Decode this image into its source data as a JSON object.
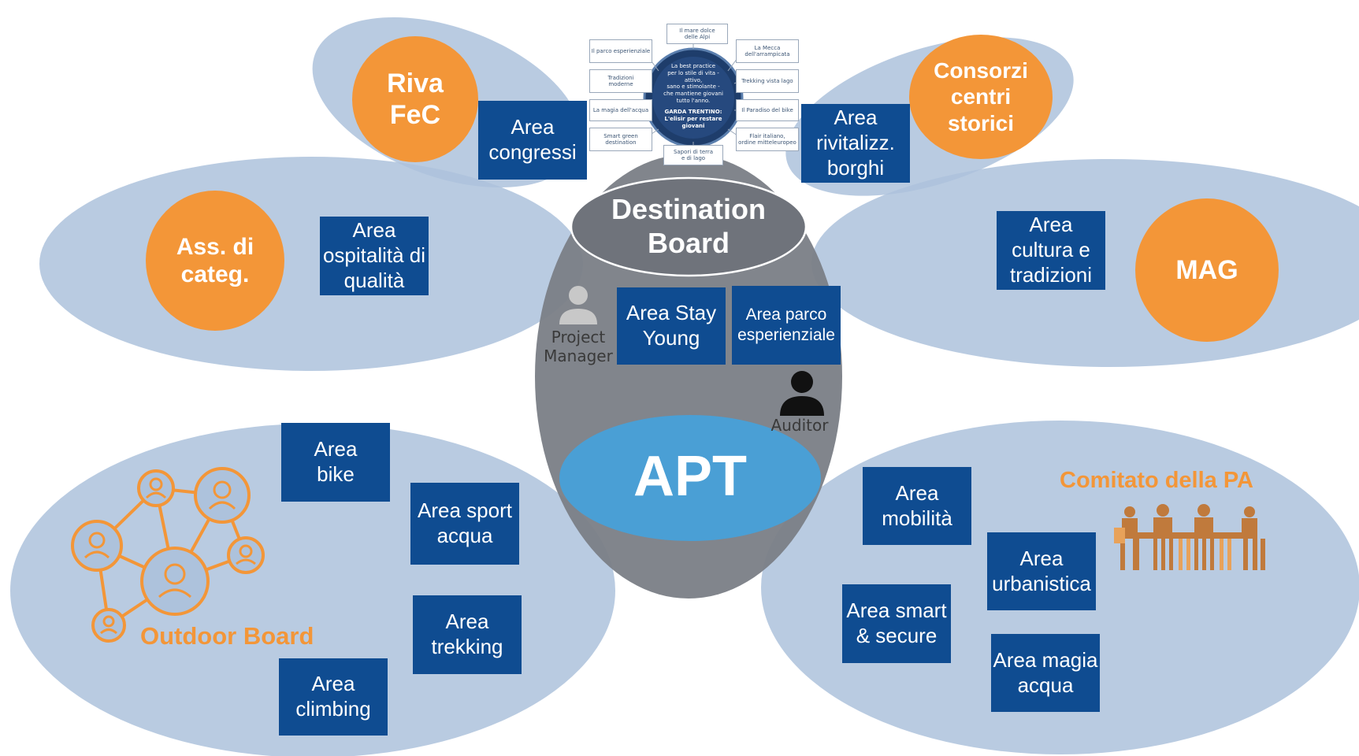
{
  "center": {
    "destination_board": "Destination\nBoard",
    "apt": "APT",
    "project_manager": "Project\nManager",
    "auditor": "Auditor"
  },
  "areas": {
    "congressi": "Area\ncongressi",
    "rivitalizz": "Area\nrivitalizz.\nborghi",
    "ospitalita": "Area\nospitalità di\nqualità",
    "cultura": "Area\ncultura e\ntradizioni",
    "stay_young": "Area Stay\nYoung",
    "parco": "Area parco\nesperienziale",
    "bike": "Area\nbike",
    "sport_acqua": "Area sport\nacqua",
    "trekking": "Area\ntrekking",
    "climbing": "Area\nclimbing",
    "mobilita": "Area\nmobilità",
    "urbanistica": "Area\nurbanistica",
    "smart_secure": "Area smart\n& secure",
    "magia_acqua": "Area magia\nacqua"
  },
  "stakeholders": {
    "riva": "Riva\nFeC",
    "consorzi": "Consorzi\ncentri\nstorici",
    "ass_categ": "Ass. di\ncateg.",
    "mag": "MAG"
  },
  "groups": {
    "outdoor_board": "Outdoor Board",
    "comitato_pa": "Comitato della PA"
  },
  "brand_graphic": {
    "center_text": "La best practice\nper lo stile di vita - attivo,\nsano e stimolante -\nche mantiene giovani\ntutto l'anno.",
    "center_title": "GARDA TRENTINO:\nL'elisir per restare\ngiovani",
    "items": [
      "Il mare dolce\ndelle Alpi",
      "Il parco esperienziale",
      "La Mecca\ndell'arrampicata",
      "Tradizioni\nmoderne",
      "Trekking vista lago",
      "La magia dell'acqua",
      "Il Paradiso del bike",
      "Smart green\ndestination",
      "Flair italiano,\nordine mitteleuropeo",
      "Sapori di terra\ne di lago"
    ]
  },
  "colors": {
    "bubble": "#adc2dc",
    "area_box": "#0f4c91",
    "orange": "#f39638",
    "center_grey": "#7a7e86",
    "apt_blue": "#4a9fd5"
  }
}
